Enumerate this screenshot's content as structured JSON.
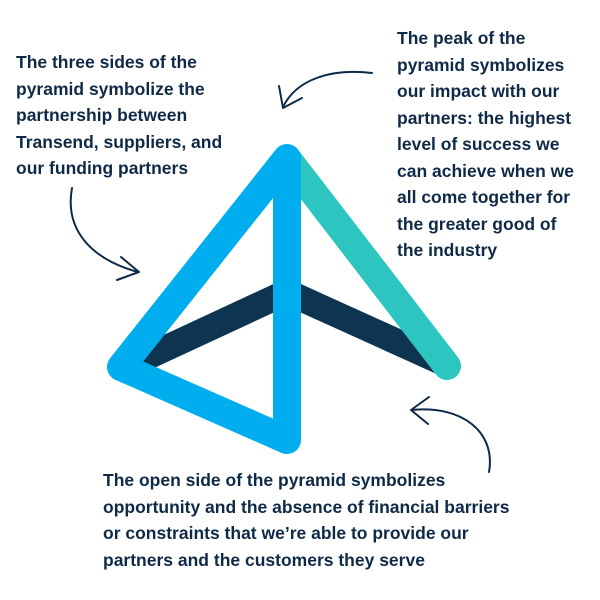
{
  "captions": {
    "sides": {
      "lines": [
        "The three sides of the",
        "pyramid symbolize the",
        "partnership between",
        "Transend, suppliers, and",
        "our funding partners"
      ]
    },
    "peak": {
      "lines": [
        "The peak of the",
        "pyramid symbolizes",
        "our impact with our",
        "partners: the highest",
        "level of success we",
        "can achieve when we",
        "all come together for",
        "the greater good of",
        "the industry"
      ]
    },
    "open": {
      "lines": [
        "The open side of the pyramid symbolizes",
        "opportunity and the absence of financial barriers",
        "or constraints that we’re able to provide our",
        "partners and the customers they serve"
      ]
    }
  },
  "colors": {
    "text": "#0e2a47",
    "arrow": "#0e2a47",
    "face_blue": "#00aeef",
    "edge_teal": "#2cc5bf",
    "base_navy": "#0d3450"
  },
  "icons": {
    "arrow_sides": "curved-arrow-icon",
    "arrow_peak": "curved-arrow-icon",
    "arrow_open": "curved-arrow-icon",
    "logo": "pyramid-logo-icon"
  }
}
